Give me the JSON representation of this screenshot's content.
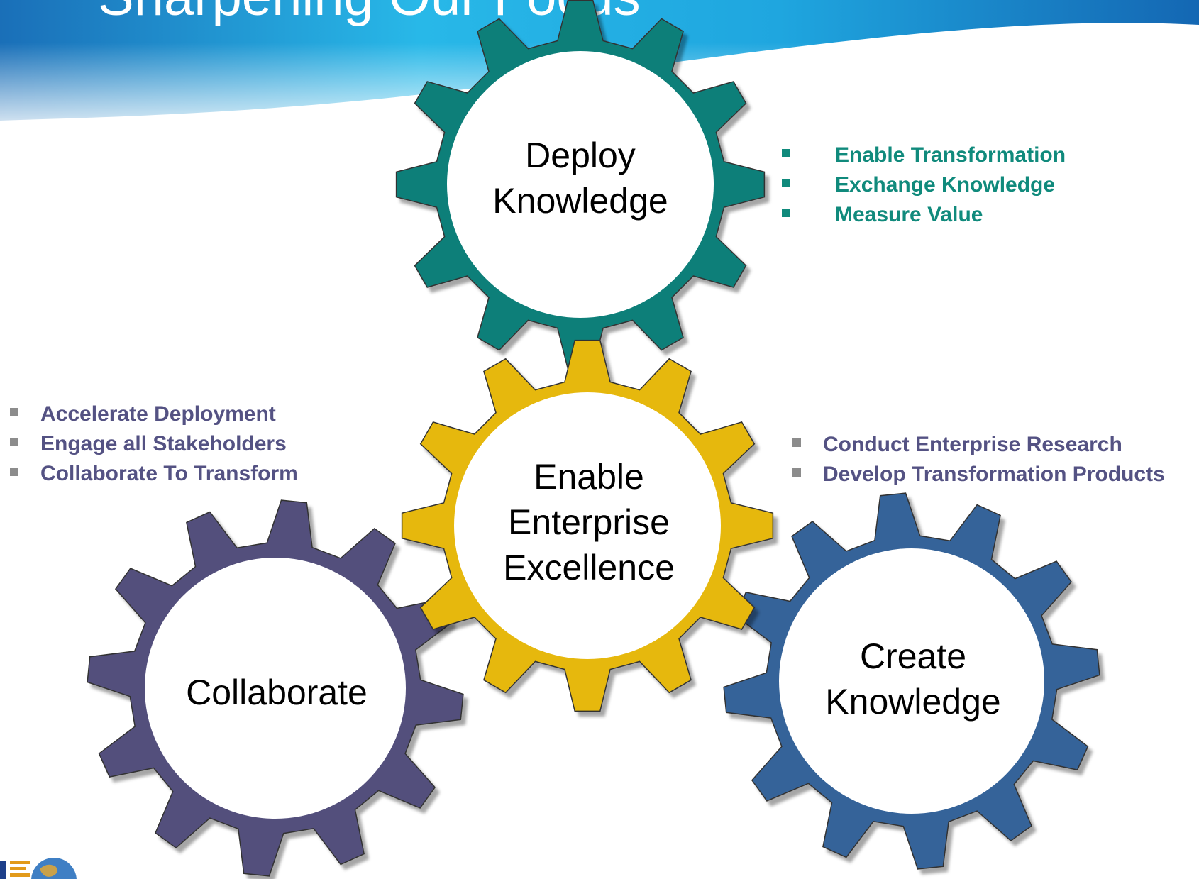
{
  "title": "Sharpening Our Focus",
  "colors": {
    "deploy": "#0f7f79",
    "center": "#e6b80a",
    "collaborate": "#534f7c",
    "create": "#366399",
    "deploy_bullets": "#108a7c",
    "other_bullets": "#545283"
  },
  "gears": {
    "deploy": {
      "line1": "Deploy",
      "line2": "Knowledge"
    },
    "center": {
      "line1": "Enable",
      "line2": "Enterprise",
      "line3": "Excellence"
    },
    "collaborate": {
      "line1": "Collaborate"
    },
    "create": {
      "line1": "Create",
      "line2": "Knowledge"
    }
  },
  "bullets": {
    "deploy": [
      "Enable Transformation",
      "Exchange Knowledge",
      "Measure Value"
    ],
    "collaborate": [
      "Accelerate Deployment",
      "Engage all Stakeholders",
      "Collaborate To Transform"
    ],
    "create": [
      "Conduct Enterprise Research",
      "Develop Transformation Products"
    ]
  },
  "logo": {
    "name": "globe-logo-icon"
  }
}
